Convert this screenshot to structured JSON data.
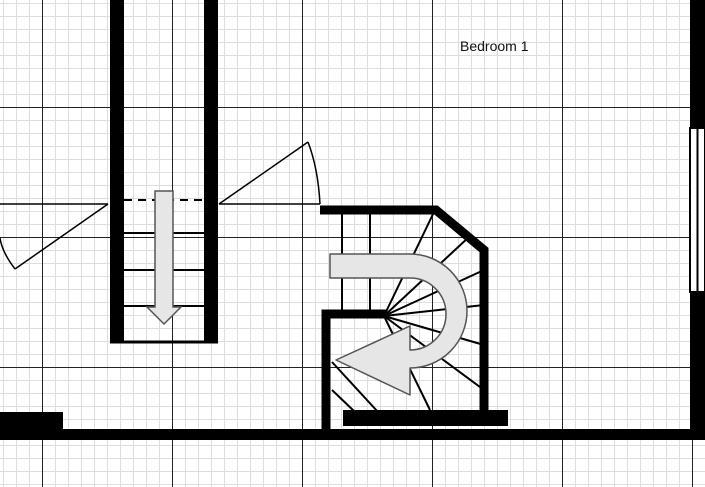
{
  "floorplan": {
    "rooms": [
      {
        "id": "bedroom-1",
        "label": "Bedroom 1"
      }
    ],
    "colors": {
      "background": "#ffffff",
      "minor_grid": "#dddddd",
      "major_grid": "#222222",
      "wall": "#000000",
      "arrow_fill": "#e6e6e6",
      "arrow_stroke": "#555555"
    },
    "elements": [
      {
        "kind": "staircase",
        "name": "straight-staircase",
        "direction": "down"
      },
      {
        "kind": "staircase",
        "name": "winding-staircase",
        "direction": "turning"
      },
      {
        "kind": "door",
        "name": "door-swing-left"
      },
      {
        "kind": "door",
        "name": "door-swing-right"
      },
      {
        "kind": "window",
        "name": "window-right"
      }
    ]
  }
}
